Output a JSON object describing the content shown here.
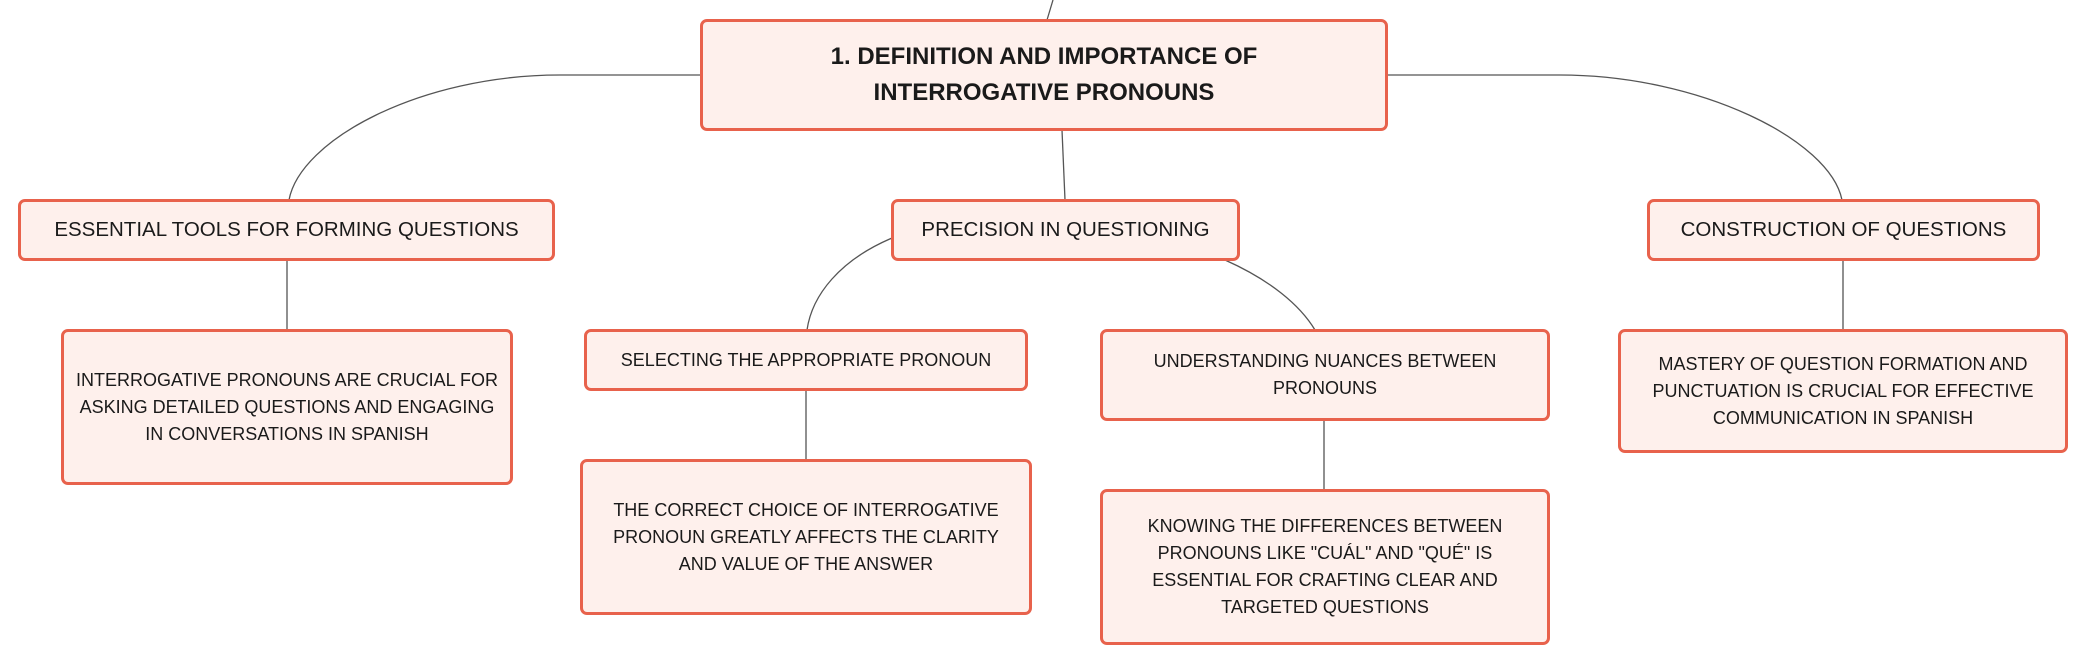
{
  "diagram": {
    "root": {
      "label": "1. DEFINITION AND IMPORTANCE OF INTERROGATIVE PRONOUNS"
    },
    "branches": [
      {
        "label": "ESSENTIAL TOOLS FOR FORMING QUESTIONS",
        "children": [
          {
            "label": "INTERROGATIVE PRONOUNS ARE CRUCIAL FOR ASKING DETAILED QUESTIONS AND ENGAGING IN CONVERSATIONS IN SPANISH"
          }
        ]
      },
      {
        "label": "PRECISION IN QUESTIONING",
        "children": [
          {
            "label": "SELECTING THE APPROPRIATE PRONOUN",
            "children": [
              {
                "label": "THE CORRECT CHOICE OF INTERROGATIVE PRONOUN GREATLY AFFECTS THE CLARITY AND VALUE OF THE ANSWER"
              }
            ]
          },
          {
            "label": "UNDERSTANDING NUANCES BETWEEN PRONOUNS",
            "children": [
              {
                "label": "KNOWING THE DIFFERENCES BETWEEN PRONOUNS LIKE \"CUÁL\" AND \"QUÉ\" IS ESSENTIAL FOR CRAFTING CLEAR AND TARGETED QUESTIONS"
              }
            ]
          }
        ]
      },
      {
        "label": "CONSTRUCTION OF QUESTIONS",
        "children": [
          {
            "label": "MASTERY OF QUESTION FORMATION AND PUNCTUATION IS CRUCIAL FOR EFFECTIVE COMMUNICATION IN SPANISH"
          }
        ]
      }
    ],
    "colors": {
      "node_border": "#e8624c",
      "node_fill": "#fef0ec",
      "connector": "#555555",
      "text": "#1a1a1a"
    }
  }
}
